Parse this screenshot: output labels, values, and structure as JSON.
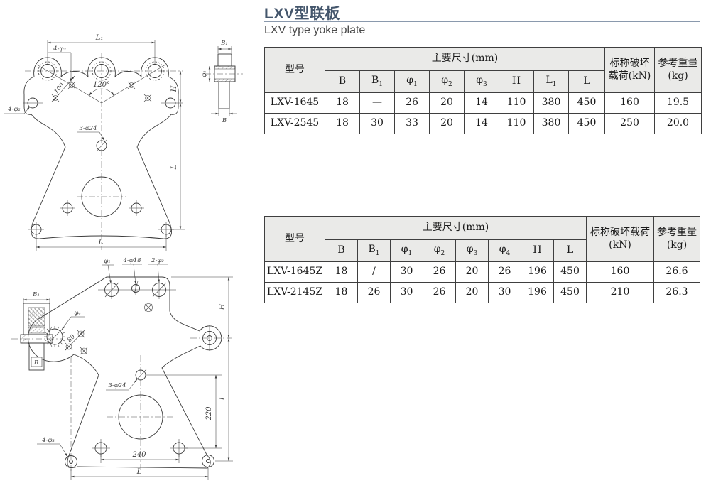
{
  "page": {
    "title": "LXV型联板",
    "subtitle": "LXV type yoke plate",
    "title_color": "#44566c",
    "header_bg": "#eaeae8"
  },
  "table1": {
    "headers": {
      "model": "型号",
      "dims": "主要尺寸(mm)",
      "cols": [
        "B",
        "B|1",
        "φ|1",
        "φ|2",
        "φ|3",
        "H",
        "L|1",
        "L"
      ],
      "load": [
        "标称破坏",
        "载荷(kN)"
      ],
      "weight": [
        "参考重量",
        "(kg)"
      ]
    },
    "rows": [
      [
        "LXV-1645",
        "18",
        "—",
        "26",
        "20",
        "14",
        "110",
        "380",
        "450",
        "160",
        "19.5"
      ],
      [
        "LXV-2545",
        "18",
        "30",
        "33",
        "20",
        "14",
        "110",
        "380",
        "450",
        "250",
        "20.0"
      ]
    ]
  },
  "table2": {
    "headers": {
      "model": "型号",
      "dims": "主要尺寸(mm)",
      "cols": [
        "B",
        "B|1",
        "φ|1",
        "φ|2",
        "φ|3",
        "φ|4",
        "H",
        "L"
      ],
      "load": [
        "标称破坏载荷",
        "(kN)"
      ],
      "weight": [
        "参考重量",
        "(kg)"
      ]
    },
    "rows": [
      [
        "LXV-1645Z",
        "18",
        "/",
        "30",
        "26",
        "20",
        "26",
        "196",
        "450",
        "160",
        "26.6"
      ],
      [
        "LXV-2145Z",
        "18",
        "26",
        "30",
        "26",
        "20",
        "30",
        "196",
        "450",
        "210",
        "26.3"
      ]
    ]
  },
  "drawing1": {
    "labels": {
      "l1": "L₁",
      "four_phi3": "4-φ₃",
      "dim_100": "100",
      "angle_120": "120°",
      "three_phi24": "3-φ24",
      "four_phi2": "4-φ₂",
      "h": "H",
      "l_right": "L",
      "l_bottom": "L",
      "b1": "B₁",
      "phi1": "φ₁",
      "b": "B"
    }
  },
  "drawing2": {
    "labels": {
      "phi1": "φ₁",
      "four_phi18": "4-φ18",
      "two_phi2": "2-φ₂",
      "phi4": "φ₄",
      "dim_80": "80",
      "three_phi24": "3-φ24",
      "dim_220": "220",
      "dim_240": "240",
      "four_phi3": "4-φ₃",
      "h": "H",
      "l_right": "L",
      "l_bottom": "L",
      "b1": "B₁",
      "b": "B"
    }
  }
}
